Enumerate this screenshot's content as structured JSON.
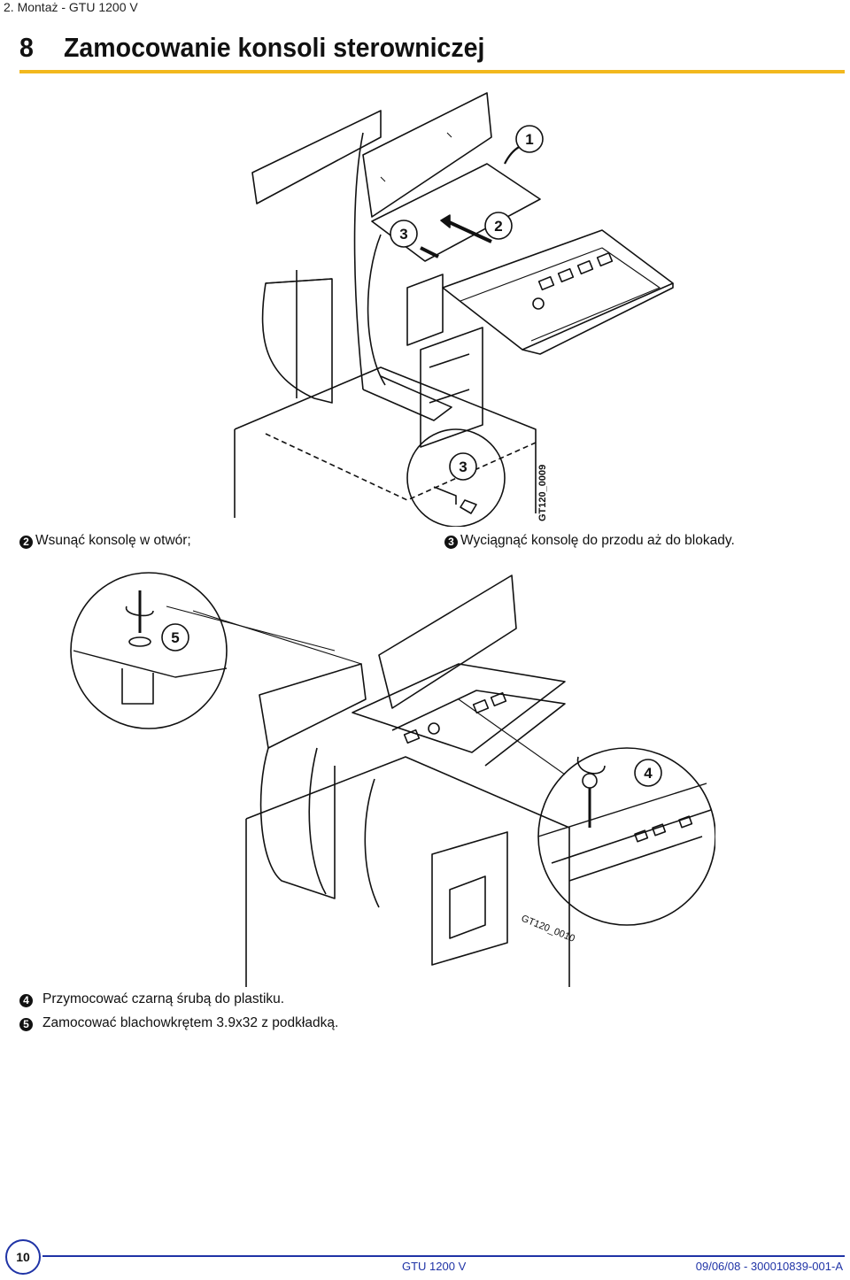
{
  "header": {
    "breadcrumb": "2.  Montaż - GTU 1200 V",
    "section_number": "8",
    "section_title": "Zamocowanie konsoli sterowniczej"
  },
  "figure1": {
    "code": "GT120_0009",
    "callouts": [
      "1",
      "2",
      "3",
      "3"
    ]
  },
  "steps_top": [
    {
      "num": "2",
      "text": "Wsunąć konsolę w otwór;"
    },
    {
      "num": "3",
      "text": "Wyciągnąć konsolę do przodu aż do blokady."
    }
  ],
  "figure2": {
    "code": "GT120_0010",
    "callouts": [
      "5",
      "4"
    ]
  },
  "steps_bottom": [
    {
      "num": "4",
      "text": "Przymocować czarną śrubą do plastiku."
    },
    {
      "num": "5",
      "text": "Zamocować blachowkrętem 3.9x32 z podkładką."
    }
  ],
  "footer": {
    "page_number": "10",
    "model": "GTU 1200 V",
    "doc_ref": "09/06/08 - 300010839-001-A"
  },
  "colors": {
    "accent_yellow": "#f2b81e",
    "footer_blue": "#1f33a6"
  }
}
